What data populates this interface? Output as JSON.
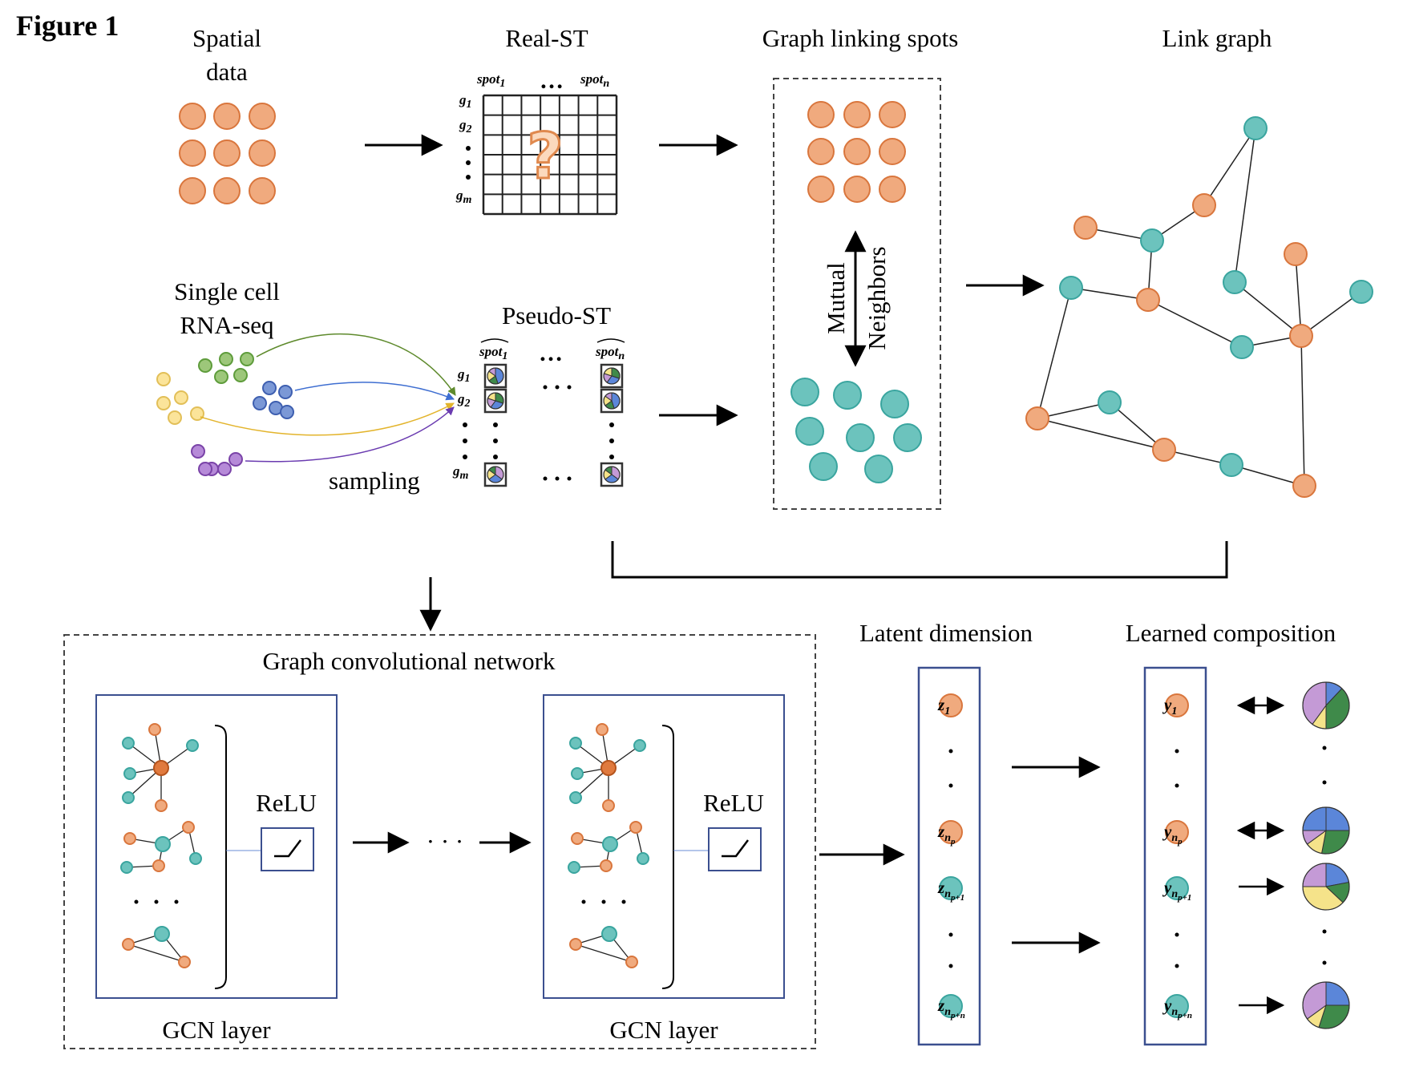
{
  "figure_label": "Figure 1",
  "colors": {
    "orange": "#f0aa7e",
    "orange_stroke": "#d9763d",
    "teal": "#6cc3bd",
    "teal_stroke": "#3aa59f",
    "green": "#9dc77a",
    "green_stroke": "#5e9c3b",
    "blue": "#7b98d6",
    "blue_stroke": "#3e5fb0",
    "yellow": "#fbe49a",
    "yellow_stroke": "#e2bf58",
    "purple": "#b68ad8",
    "purple_stroke": "#7a43a8",
    "frame_blue": "#3b4f8f",
    "pie_blue": "#5b86d9",
    "pie_green": "#3f8a4a",
    "pie_yellow": "#f5e38a",
    "pie_purple": "#c49ad6"
  },
  "top": {
    "spatial_title": [
      "Spatial",
      "data"
    ],
    "realst_title": "Real-ST",
    "realst_cols": {
      "first": "spot",
      "first_sub": "1",
      "last": "spot",
      "last_sub": "n",
      "ellipsis": "…"
    },
    "realst_rows": {
      "g1": "g",
      "g1_sub": "1",
      "g2": "g",
      "g2_sub": "2",
      "gm": "g",
      "gm_sub": "m"
    },
    "question_mark": "?",
    "graph_title": "Graph linking spots",
    "mutual_neighbors": [
      "Mutual",
      "Neighbors"
    ],
    "link_title": "Link graph",
    "sc_title": [
      "Single cell",
      "RNA-seq"
    ],
    "pseudo_title": "Pseudo-ST",
    "pseudo_cols": {
      "first": "spot",
      "first_sub": "1",
      "last": "spot",
      "last_sub": "n"
    },
    "pseudo_rows": {
      "g": "g",
      "g1_sub": "1",
      "g2_sub": "2",
      "gm_sub": "m"
    },
    "sampling": "sampling"
  },
  "bottom": {
    "gcn_title": "Graph convolutional network",
    "relu": "ReLU",
    "gcn_layer": "GCN layer",
    "ellipsis": "· · ·",
    "latent_title": "Latent dimension",
    "composition_title": "Learned composition",
    "z_labels": [
      {
        "base": "z",
        "sub": "1"
      },
      {
        "base": "z",
        "sub": "n",
        "subsub": "p"
      },
      {
        "base": "z",
        "sub": "n",
        "subsub": "p+1"
      },
      {
        "base": "z",
        "sub": "n",
        "subsub": "p+n"
      }
    ],
    "y_labels": [
      {
        "base": "y",
        "sub": "1"
      },
      {
        "base": "y",
        "sub": "n",
        "subsub": "p"
      },
      {
        "base": "y",
        "sub": "n",
        "subsub": "p+1"
      },
      {
        "base": "y",
        "sub": "n",
        "subsub": "p+n"
      }
    ]
  }
}
